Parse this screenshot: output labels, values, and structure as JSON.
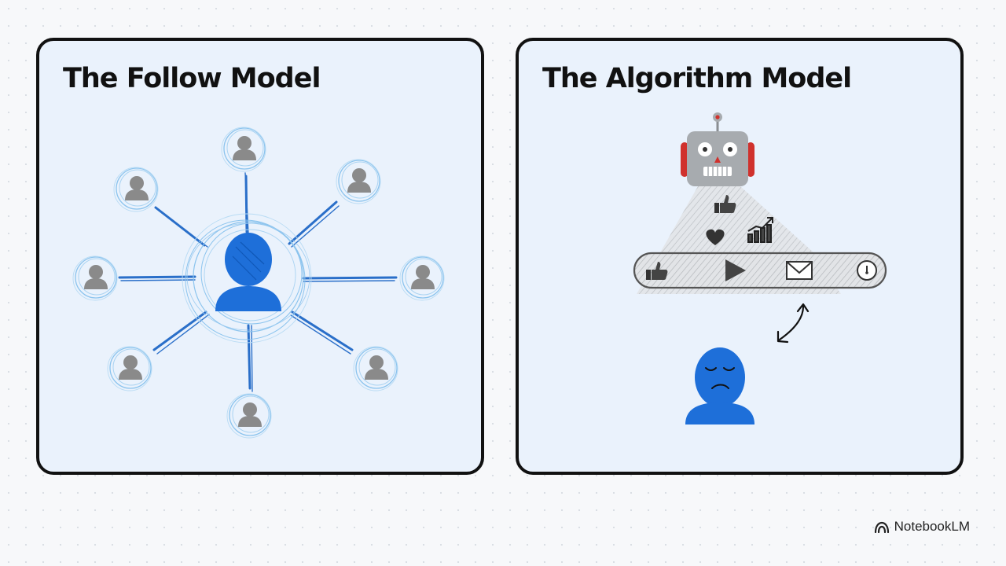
{
  "panels": [
    {
      "title": "The Follow Model"
    },
    {
      "title": "The Algorithm Model"
    }
  ],
  "branding": {
    "name": "NotebookLM",
    "icon": "notebooklm-logo-icon"
  },
  "colors": {
    "panel_bg": "#eaf2fc",
    "border": "#111111",
    "central_user": "#1e6fd9",
    "follower_gray": "#8a8a8a",
    "scribble_blue": "#8cc4ee",
    "robot_gray": "#a7abaf",
    "robot_red": "#d0312d"
  }
}
